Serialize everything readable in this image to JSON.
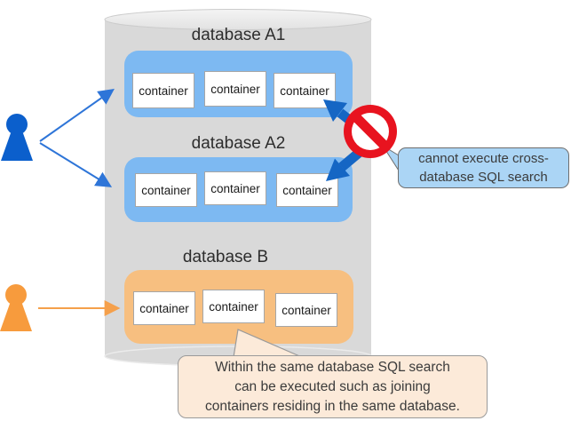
{
  "diagram": {
    "groups": [
      {
        "label": "database A1",
        "containers": [
          "container",
          "container",
          "container"
        ]
      },
      {
        "label": "database A2",
        "containers": [
          "container",
          "container",
          "container"
        ]
      },
      {
        "label": "database B",
        "containers": [
          "container",
          "container",
          "container"
        ]
      }
    ],
    "callouts": {
      "cross_db": {
        "lines": [
          "cannot execute cross-",
          "database SQL search"
        ]
      },
      "same_db": {
        "lines": [
          "Within the same database SQL search",
          "can be executed such as joining",
          "containers residing in the same database."
        ]
      }
    },
    "icons": {
      "user_blue": "user-icon",
      "user_orange": "user-icon",
      "prohibition": "prohibition-icon"
    },
    "colors": {
      "group_blue": "#7db9f2",
      "group_orange": "#f7bf80",
      "cylinder_gray": "#d9d9d9",
      "user_blue": "#0b5fcc",
      "user_orange": "#f79b3d",
      "arrow_blue": "#2e75d8",
      "arrow_orange": "#f5a04b",
      "thick_arrow_blue": "#1566c4",
      "prohibition_red": "#e8131f",
      "callout_blue_bg": "#abd5f5",
      "callout_orange_bg": "#fcead9"
    }
  }
}
